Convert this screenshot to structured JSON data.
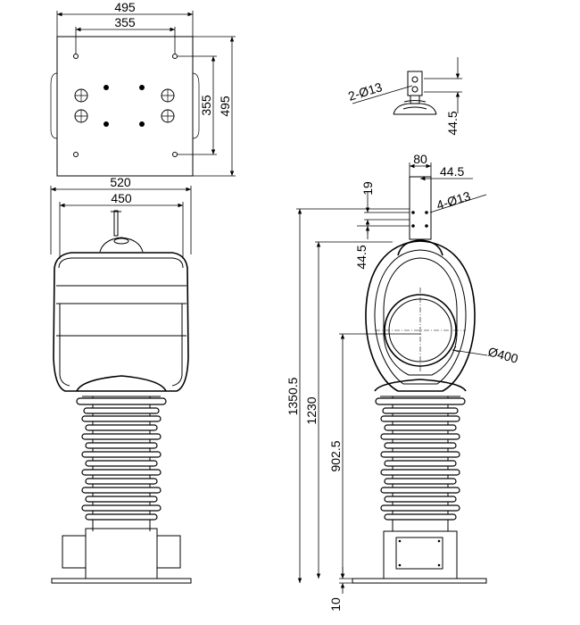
{
  "drawing": {
    "top_view": {
      "width_label": "495",
      "hole_spacing_label": "355",
      "side_spacing_label": "355",
      "side_height_label": "495"
    },
    "front_view": {
      "base_width_label": "520",
      "tank_width_label": "450"
    },
    "terminal_detail": {
      "holes_label": "2-Ø13",
      "height_label": "44.5"
    },
    "side_view": {
      "terminal_width_label": "80",
      "terminal_offset_label": "44.5",
      "holes_label": "4-Ø13",
      "terminal_gap_label": "19",
      "terminal_height_label": "44.5",
      "total_height_label": "1350.5",
      "mid_height_label": "1230",
      "center_height_label": "902.5",
      "base_thickness_label": "10",
      "diameter_label": "Ø400"
    }
  }
}
